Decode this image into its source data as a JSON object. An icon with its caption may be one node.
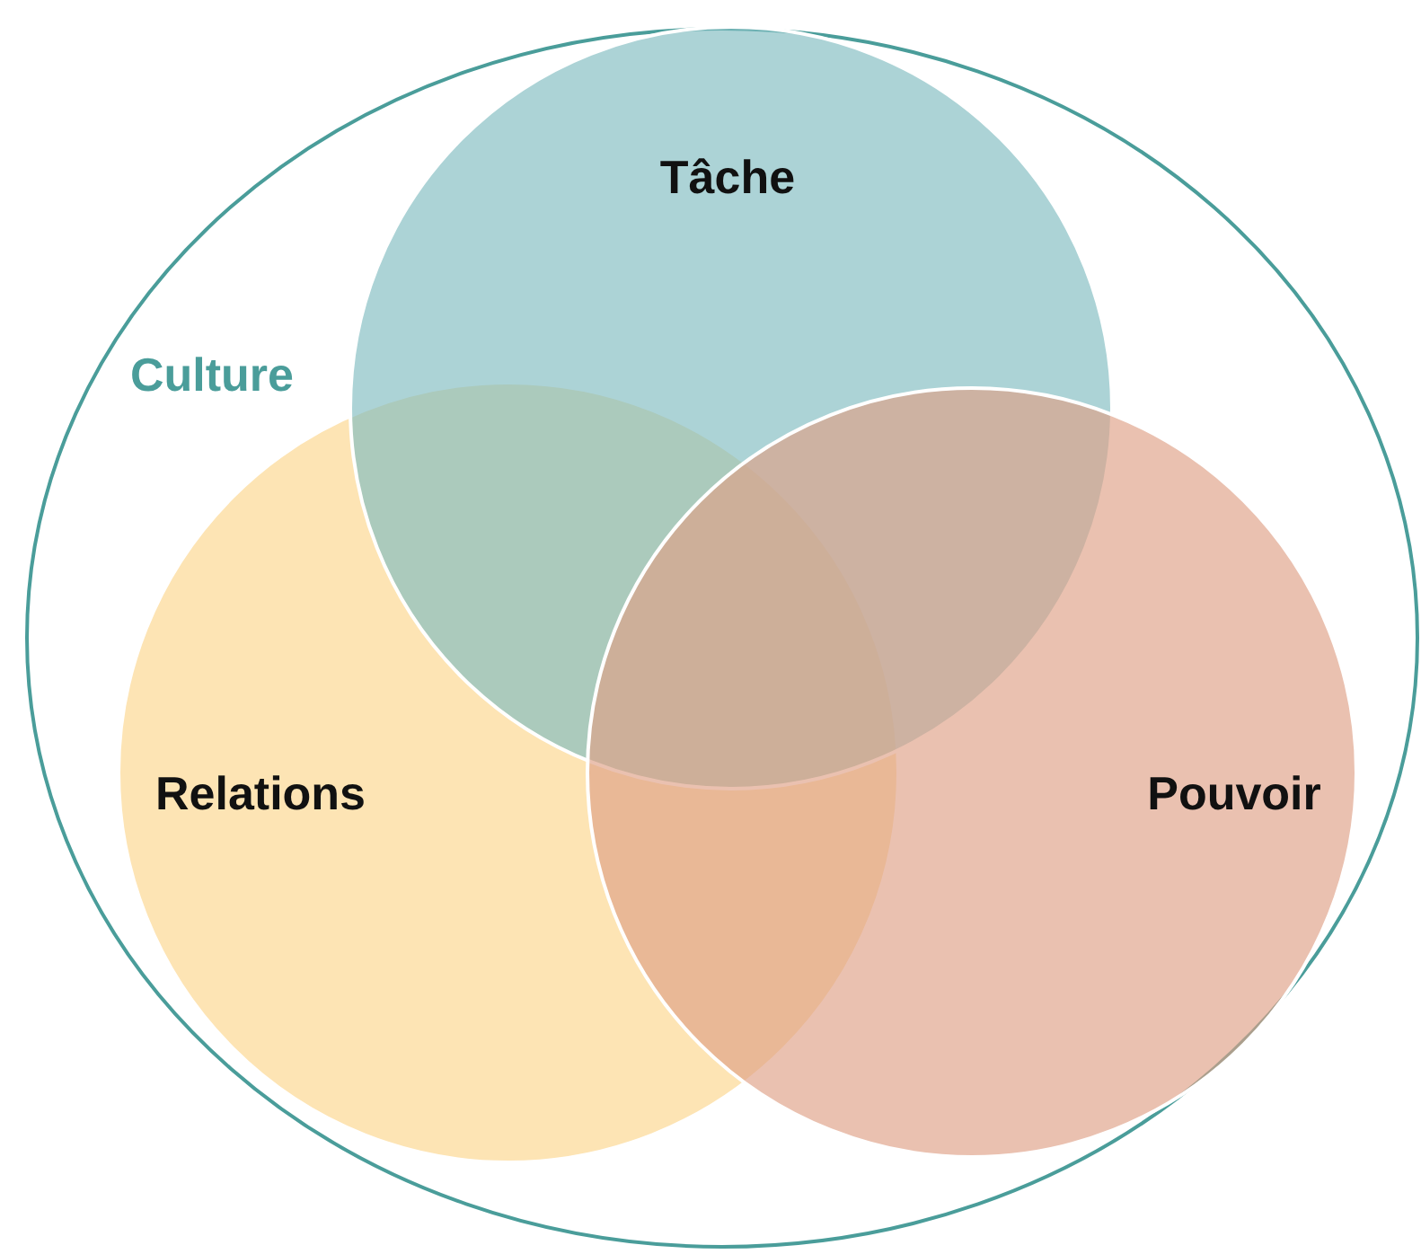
{
  "diagram": {
    "nodes": [
      {
        "text": [
          "Culture"
        ]
      },
      {
        "text": [
          "Tâche"
        ],
        "in": 0
      },
      {
        "text": [
          "Relations"
        ],
        "in": 0
      },
      {
        "text": [
          "Pouvoir"
        ],
        "in": 0
      }
    ]
  }
}
